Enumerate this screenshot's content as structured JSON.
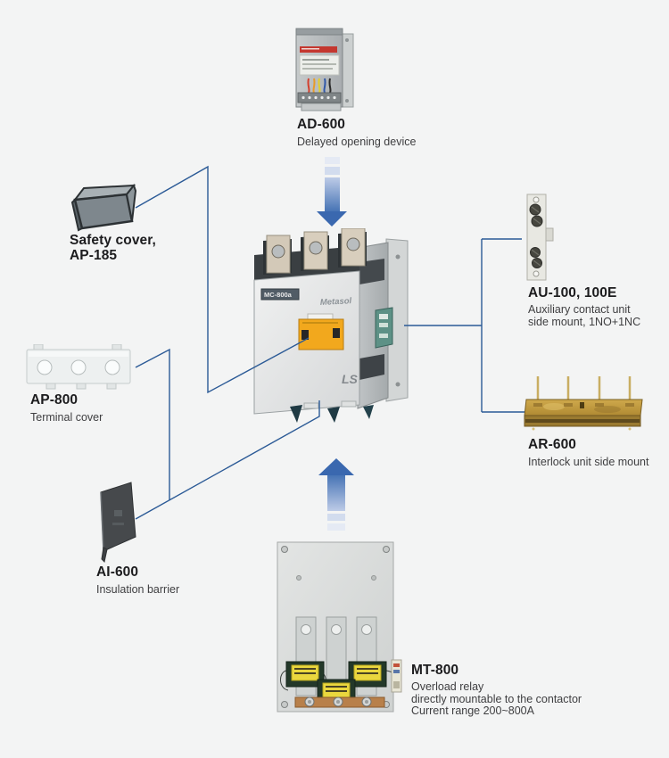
{
  "page": {
    "background": "#f3f4f4",
    "connector_color": "#2b5a96",
    "arrow_color_dark": "#3a68af",
    "arrow_color_light": "#e5eaf4"
  },
  "contactor": {
    "model": "MC-800a",
    "brand": "Metasol",
    "logo": "LS"
  },
  "items": {
    "ad600": {
      "code": "AD-600",
      "desc": "Delayed opening device"
    },
    "ap185": {
      "code_line1": "Safety cover,",
      "code_line2": "AP-185"
    },
    "ap800": {
      "code": "AP-800",
      "desc": "Terminal cover"
    },
    "ai600": {
      "code": "AI-600",
      "desc": "Insulation barrier"
    },
    "au100": {
      "code": "AU-100, 100E",
      "desc_line1": "Auxiliary contact unit",
      "desc_line2": "side mount, 1NO+1NC"
    },
    "ar600": {
      "code": "AR-600",
      "desc": "Interlock unit side mount"
    },
    "mt800": {
      "code": "MT-800",
      "desc_line1": "Overload relay",
      "desc_line2": "directly mountable to the contactor",
      "desc_line3": "Current range 200~800A"
    }
  }
}
